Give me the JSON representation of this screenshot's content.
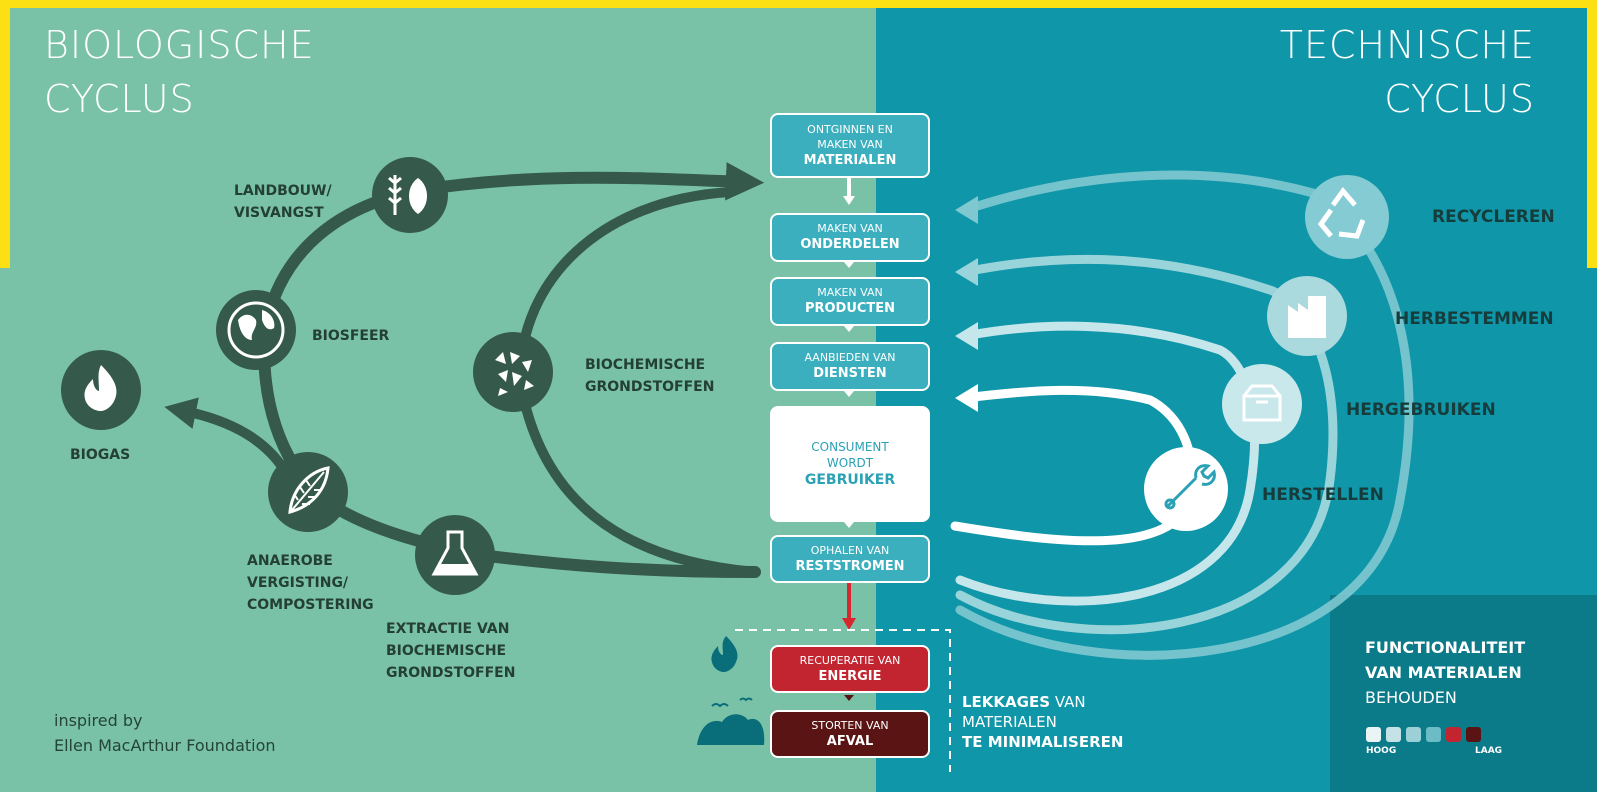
{
  "titles": {
    "biological_line1": "BIOLOGISCHE",
    "biological_line2": "CYCLUS",
    "technical_line1": "TECHNISCHE",
    "technical_line2": "CYCLUS"
  },
  "biological_labels": {
    "landbouw_line1": "LANDBOUW/",
    "landbouw_line2": "VISVANGST",
    "biosfeer": "BIOSFEER",
    "biogas": "BIOGAS",
    "biochemische_line1": "BIOCHEMISCHE",
    "biochemische_line2": "GRONDSTOFFEN",
    "anaerobe_line1": "ANAEROBE",
    "anaerobe_line2": "VERGISTING/",
    "anaerobe_line3": "COMPOSTERING",
    "extractie_line1": "EXTRACTIE VAN",
    "extractie_line2": "BIOCHEMISCHE",
    "extractie_line3": "GRONDSTOFFEN"
  },
  "technical_labels": {
    "recycleren": "RECYCLEREN",
    "herbestemmen": "HERBESTEMMEN",
    "hergebruiken": "HERGEBRUIKEN",
    "herstellen": "HERSTELLEN"
  },
  "flow": {
    "materialen": {
      "small1": "ONTGINNEN EN",
      "small2": "MAKEN VAN",
      "bold": "MATERIALEN"
    },
    "onderdelen": {
      "small": "MAKEN VAN",
      "bold": "ONDERDELEN"
    },
    "producten": {
      "small": "MAKEN VAN",
      "bold": "PRODUCTEN"
    },
    "diensten": {
      "small": "AANBIEDEN VAN",
      "bold": "DIENSTEN"
    },
    "consument": {
      "small1": "CONSUMENT",
      "small2": "WORDT",
      "bold": "GEBRUIKER"
    },
    "reststromen": {
      "small": "OPHALEN VAN",
      "bold": "RESTSTROMEN"
    },
    "energie": {
      "small": "RECUPERATIE VAN",
      "bold": "ENERGIE"
    },
    "afval": {
      "small": "STORTEN VAN",
      "bold": "AFVAL"
    }
  },
  "leakages": {
    "bold1": "LEKKAGES",
    "normal1": "VAN",
    "normal2": "MATERIALEN",
    "bold2": "TE MINIMALISEREN"
  },
  "legend": {
    "line1": "FUNCTIONALITEIT",
    "line2": "VAN MATERIALEN",
    "line3": "BEHOUDEN",
    "high": "HOOG",
    "low": "LAAG",
    "swatches": [
      "#eaf4f5",
      "#c5e3e7",
      "#9bd0d7",
      "#6cbcc5",
      "#c22530",
      "#5a1414"
    ]
  },
  "credit": {
    "line1": "inspired by",
    "line2": "Ellen MacArthur Foundation"
  },
  "colors": {
    "bio_bg": "#7ac2a7",
    "tech_bg": "#0f96a8",
    "bio_dark": "#35594a",
    "accent_yellow": "#fce013",
    "box_teal": "#3bafbd",
    "red": "#c22530",
    "dark_red": "#5a1414"
  }
}
